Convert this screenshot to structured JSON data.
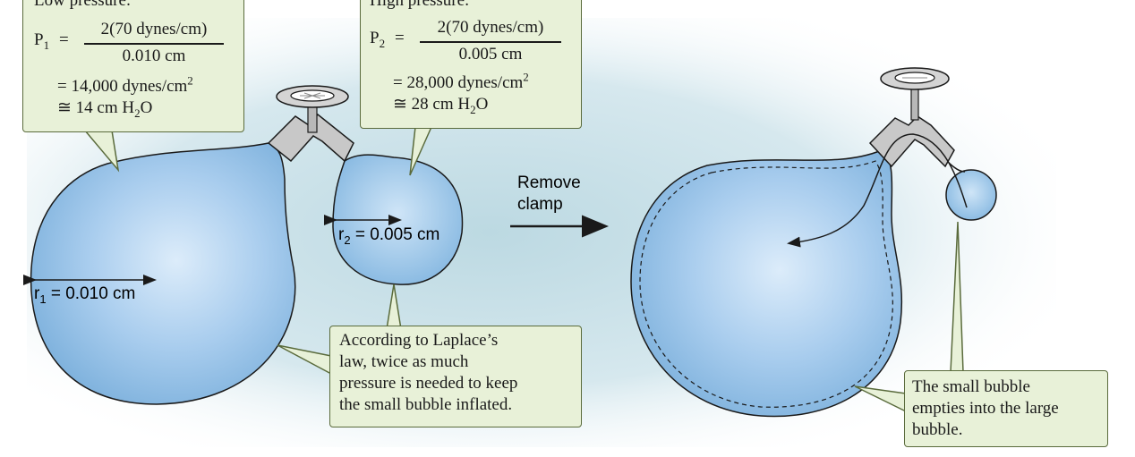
{
  "left_callout": {
    "heading": "Low pressure:",
    "symbol": "P",
    "symbol_sub": "1",
    "equals": "=",
    "numerator": "2(70 dynes/cm)",
    "denominator": "0.010 cm",
    "line2": "= 14,000 dynes/cm",
    "line2_sup": "2",
    "line3_prefix": "≅ 14 cm H",
    "line3_sub": "2",
    "line3_suffix": "O"
  },
  "right_callout": {
    "heading": "High pressure:",
    "symbol": "P",
    "symbol_sub": "2",
    "equals": "=",
    "numerator": "2(70 dynes/cm)",
    "denominator": "0.005 cm",
    "line2": "= 28,000 dynes/cm",
    "line2_sup": "2",
    "line3_prefix": "≅ 28 cm H",
    "line3_sub": "2",
    "line3_suffix": "O"
  },
  "radius_labels": {
    "r1_symbol": "r",
    "r1_sub": "1",
    "r1_value": " = 0.010 cm",
    "r2_symbol": "r",
    "r2_sub": "2",
    "r2_value": " = 0.005 cm"
  },
  "arrow_label": {
    "line1": "Remove",
    "line2": "clamp"
  },
  "laplace_note": {
    "line1": "According to Laplace’s",
    "line2": "law, twice as much",
    "line3": "pressure is needed to keep",
    "line4": "the small bubble inflated."
  },
  "result_note": {
    "line1": "The small bubble",
    "line2": "empties into the large",
    "line3": "bubble."
  },
  "colors": {
    "bubble_fill": "#8fc0e6",
    "bubble_highlight": "#d6e9f8",
    "callout_fill": "#e8f1d8",
    "callout_border": "#5a6b3c",
    "background_glow": "#cfe3ea"
  }
}
